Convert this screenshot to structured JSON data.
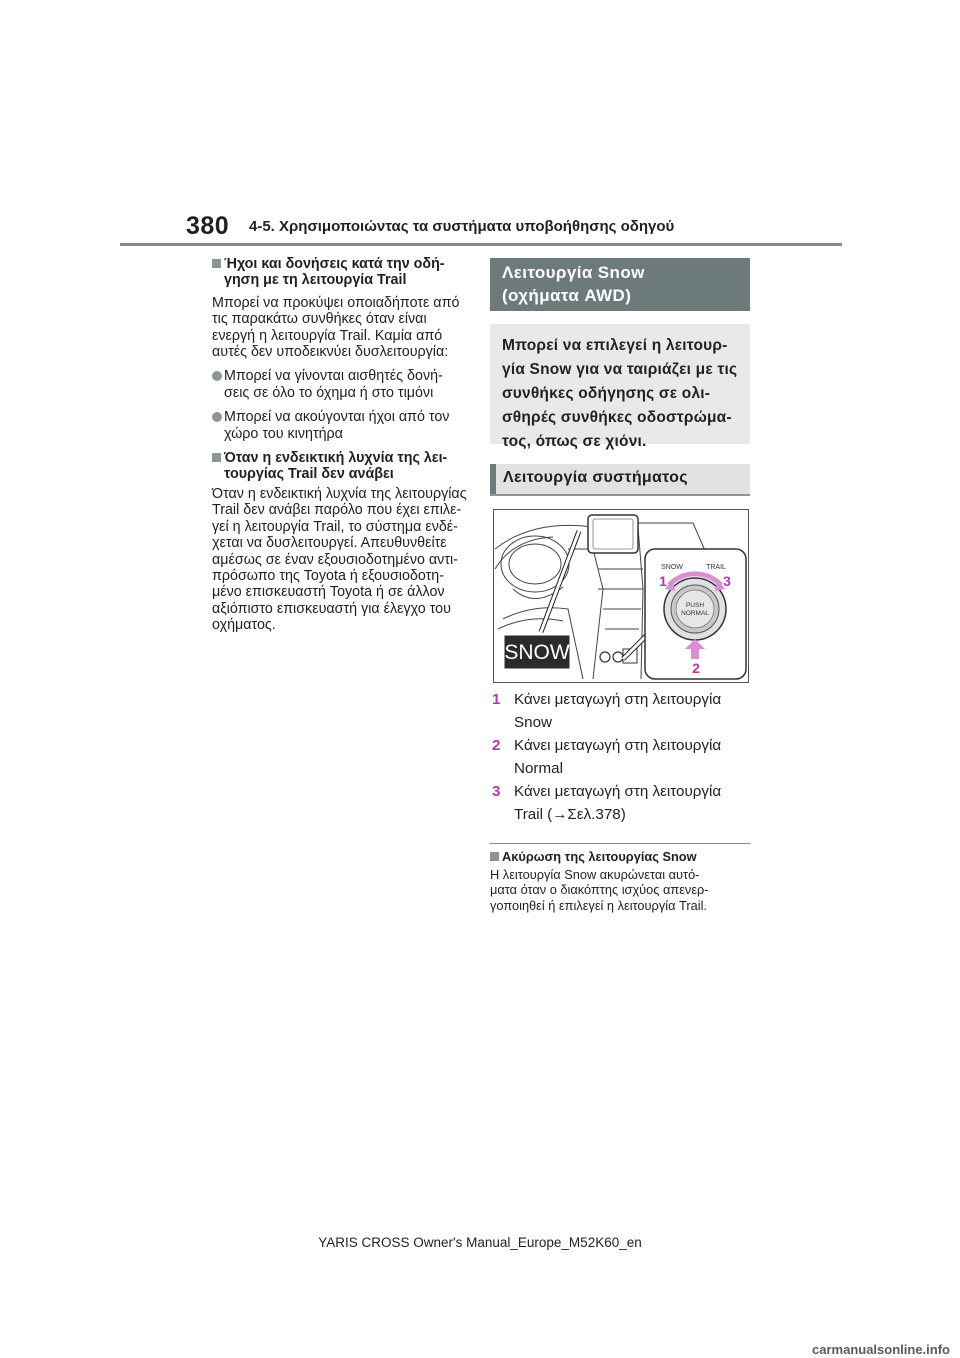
{
  "header": {
    "page_number": "380",
    "chapter": "4-5. Χρησιμοποιώντας τα συστήματα υποβοήθησης οδηγού"
  },
  "left": {
    "section1": {
      "heading_l1": "Ήχοι και δονήσεις κατά την οδή-",
      "heading_l2": "γηση με τη λειτουργία Trail",
      "para": [
        "Μπορεί να προκύψει οποιαδήποτε από",
        "τις παρακάτω συνθήκες όταν είναι",
        "ενεργή η λειτουργία Trail. Καμία από",
        "αυτές δεν υποδεικνύει δυσλειτουργία:"
      ],
      "bullet1": [
        "Μπορεί να γίνονται αισθητές δονή-",
        "σεις σε όλο το όχημα ή στο τιμόνι"
      ],
      "bullet2": [
        "Μπορεί να ακούγονται ήχοι από τον",
        "χώρο του κινητήρα"
      ]
    },
    "section2": {
      "heading_l1": "Όταν η ενδεικτική λυχνία της λει-",
      "heading_l2": "τουργίας Trail δεν ανάβει",
      "para": [
        "Όταν η ενδεικτική λυχνία της λειτουργίας",
        "Trail δεν ανάβει παρόλο που έχει επιλε-",
        "γεί η λειτουργία Trail, το σύστημα ενδέ-",
        "χεται να δυσλειτουργεί. Απευθυνθείτε",
        "αμέσως σε έναν εξουσιοδοτημένο αντι-",
        "πρόσωπο της Toyota ή εξουσιοδοτη-",
        "μένο επισκευαστή Toyota ή σε άλλον",
        "αξιόπιστο επισκευαστή για έλεγχο του",
        "οχήματος."
      ]
    }
  },
  "right": {
    "title": [
      "Λειτουργία Snow",
      "(οχήματα AWD)"
    ],
    "intro": [
      "Μπορεί να επιλεγεί η λειτουρ-",
      "γία Snow για να ταιριάζει με τις",
      "συνθήκες οδήγησης σε ολι-",
      "σθηρές συνθήκες οδοστρώμα-",
      "τος, όπως σε χιόνι."
    ],
    "subheading": "Λειτουργία συστήματος",
    "illustration": {
      "indicator": "SNOW",
      "dial_snow": "SNOW",
      "dial_trail": "TRAIL",
      "push": "PUSH",
      "normal": "NORMAL",
      "callout_1": "1",
      "callout_2": "2",
      "callout_3": "3"
    },
    "steps": [
      {
        "num": "1",
        "l1": "Κάνει μεταγωγή στη λειτουργία",
        "l2": "Snow"
      },
      {
        "num": "2",
        "l1": "Κάνει μεταγωγή στη λειτουργία",
        "l2": "Normal"
      },
      {
        "num": "3",
        "l1": "Κάνει μεταγωγή στη λειτουργία",
        "l2": "Trail (→Σελ.378)"
      }
    ],
    "note": {
      "heading": "Ακύρωση της λειτουργίας Snow",
      "para": [
        "Η λειτουργία Snow ακυρώνεται αυτό-",
        "ματα όταν ο διακόπτης ισχύος απενερ-",
        "γοποιηθεί ή επιλεγεί η λειτουργία Trail."
      ]
    }
  },
  "footer": "YARIS CROSS Owner's Manual_Europe_M52K60_en",
  "watermark": "carmanualsonline.info",
  "colors": {
    "title_bg": "#6c7a7c",
    "callout": "#b13aa8",
    "box_bg": "#e8eaea"
  }
}
